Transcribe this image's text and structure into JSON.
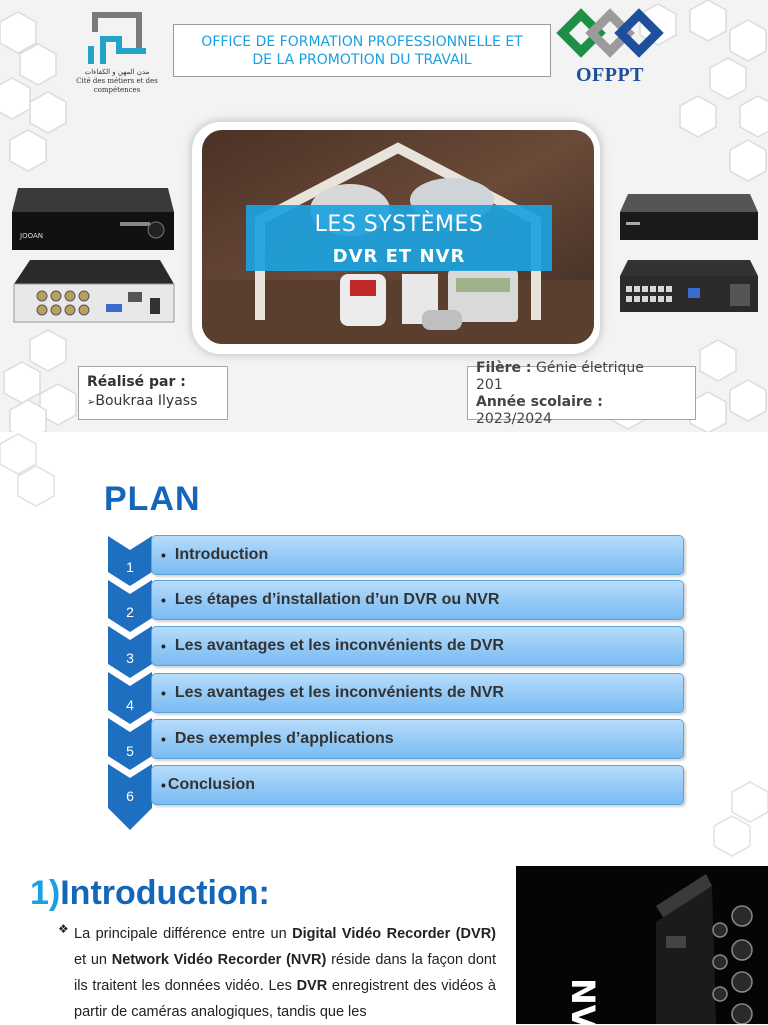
{
  "header": {
    "office_line1": "OFFICE DE FORMATION PROFESSIONNELLE ET",
    "office_line2": "DE LA PROMOTION DU TRAVAIL",
    "left_logo_text_ar": "مدن المهن و الكفاءات",
    "left_logo_text_fr": "Cité des métiers et des compétences",
    "right_logo_text": "OFPPT"
  },
  "cover": {
    "title_line1": "LES SYSTÈMES",
    "title_line2": "DVR  ET NVR",
    "dvr_brand": "JOOAN",
    "realise_label": "Réalisé par :",
    "realise_bullet": "➢",
    "realise_name": "Boukraa Ilyass",
    "filiere_label": "Filère :",
    "filiere_value": " Génie életrique",
    "filiere_value2": "201",
    "annee_label": "Année scolaire :",
    "annee_value": "2023/2024"
  },
  "plan": {
    "title": "PLAN",
    "items": [
      {
        "num": "1",
        "bullet": "•",
        "label": "Introduction"
      },
      {
        "num": "2",
        "bullet": "•",
        "label": "Les étapes d’installation d’un DVR ou NVR"
      },
      {
        "num": "3",
        "bullet": "•",
        "label": "Les avantages et les inconvénients de DVR"
      },
      {
        "num": "4",
        "bullet": "•",
        "label": "Les avantages et les inconvénients de NVR"
      },
      {
        "num": "5",
        "bullet": "•",
        "label": "Des exemples d’applications"
      },
      {
        "num": "6",
        "bullet": "•",
        "label": "Conclusion"
      }
    ]
  },
  "intro": {
    "number": "1)",
    "title": "Introduction:",
    "bullet": "❖",
    "p_1": "La principale différence entre un ",
    "b_1": "Digital Vidéo Recorder (DVR)",
    "p_2": " et un ",
    "b_2": "Network Vidéo Recorder (NVR)",
    "p_3": " réside dans la façon dont ils traitent les données vidéo. Les ",
    "b_3": "DVR",
    "p_4": " enregistrent des vidéos à partir de caméras analogiques, tandis que les",
    "side_label": "NV"
  },
  "colors": {
    "accent_blue": "#1a9fe0",
    "title_blue": "#1466b8",
    "chevron_blue": "#1f6fc1",
    "ofppt_green": "#1f8f47",
    "ofppt_blue": "#1d4f9c"
  }
}
